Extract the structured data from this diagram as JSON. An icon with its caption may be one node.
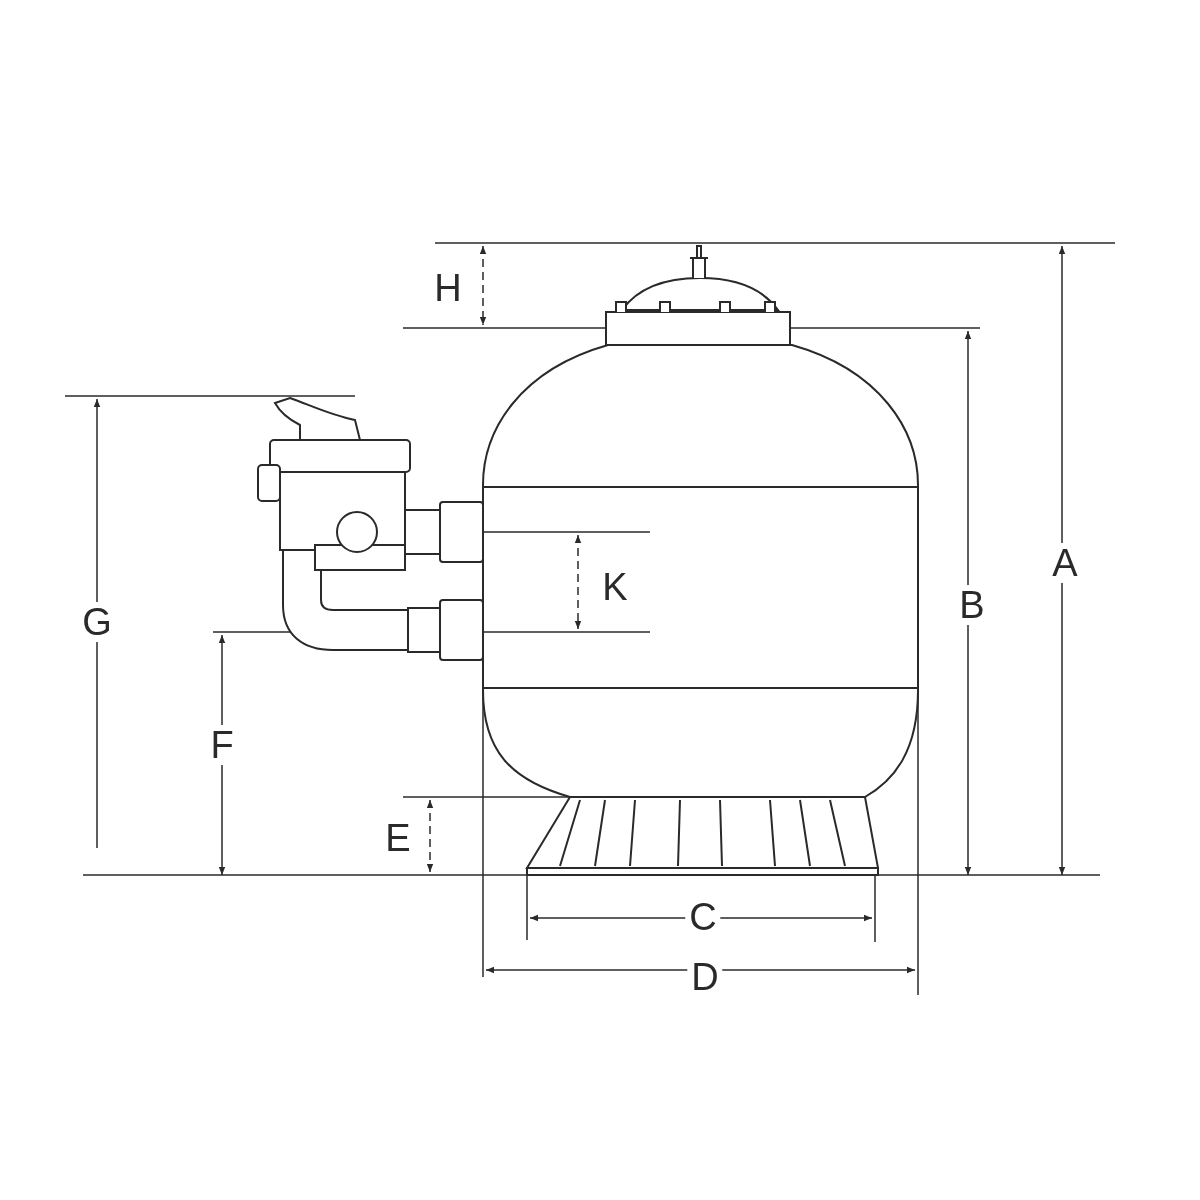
{
  "diagram": {
    "labels": [
      "H",
      "A",
      "K",
      "B",
      "G",
      "F",
      "E",
      "C",
      "D"
    ]
  }
}
